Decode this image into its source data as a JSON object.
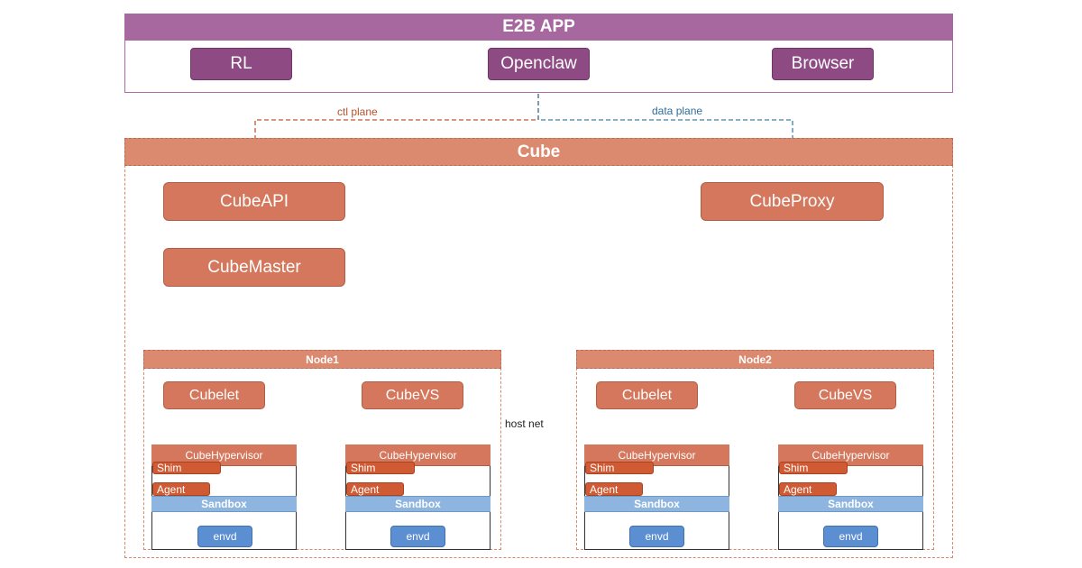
{
  "app": {
    "title": "E2B APP",
    "items": [
      "RL",
      "Openclaw",
      "Browser"
    ]
  },
  "planes": {
    "ctl": "ctl plane",
    "data": "data plane"
  },
  "cube": {
    "title": "Cube",
    "api": "CubeAPI",
    "master": "CubeMaster",
    "proxy": "CubeProxy"
  },
  "nodes": [
    {
      "title": "Node1",
      "cubelet": "Cubelet",
      "cubevs": "CubeVS",
      "vms": [
        {
          "hypervisor": "CubeHypervisor",
          "shim": "Shim",
          "agent": "Agent",
          "sandbox": "Sandbox",
          "envd": "envd"
        },
        {
          "hypervisor": "CubeHypervisor",
          "shim": "Shim",
          "agent": "Agent",
          "sandbox": "Sandbox",
          "envd": "envd"
        }
      ]
    },
    {
      "title": "Node2",
      "cubelet": "Cubelet",
      "cubevs": "CubeVS",
      "vms": [
        {
          "hypervisor": "CubeHypervisor",
          "shim": "Shim",
          "agent": "Agent",
          "sandbox": "Sandbox",
          "envd": "envd"
        },
        {
          "hypervisor": "CubeHypervisor",
          "shim": "Shim",
          "agent": "Agent",
          "sandbox": "Sandbox",
          "envd": "envd"
        }
      ]
    }
  ],
  "host_net": "host net",
  "colors": {
    "app": "#a7689f",
    "cube": "#dc8a6f",
    "ctl_line": "#c0572f",
    "data_line": "#3f7fa8",
    "sandbox": "#8db5e0",
    "envd": "#5b8fd1"
  }
}
